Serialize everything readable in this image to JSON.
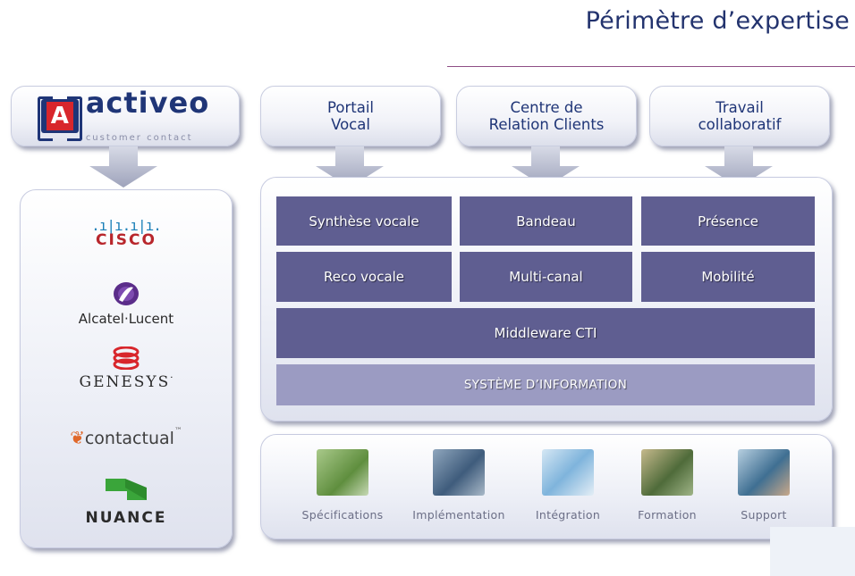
{
  "page": {
    "title": "Périmètre d’expertise"
  },
  "brand": {
    "name": "activeo",
    "mark": "A",
    "tagline": "customer contact"
  },
  "vendors": {
    "cisco": {
      "bars": ".ı|ı.ı|ı.",
      "name": "CISCO"
    },
    "alcatel": {
      "name": "Alcatel·Lucent"
    },
    "genesys": {
      "name": "GENESYS",
      "mark": "·"
    },
    "contactual": {
      "name": "contactual",
      "mark": "™"
    },
    "nuance": {
      "name": "NUANCE"
    }
  },
  "headers": [
    "Portail\nVocal",
    "Centre de\nRelation Clients",
    "Travail\ncollaboratif"
  ],
  "grid": {
    "row1": [
      "Synthèse vocale",
      "Bandeau",
      "Présence"
    ],
    "row2": [
      "Reco vocale",
      "Multi-canal",
      "Mobilité"
    ],
    "middleware": "Middleware CTI",
    "si": "SYSTÈME D’INFORMATION"
  },
  "services": [
    {
      "label": "Spécifications",
      "icon": "specifications-photo",
      "color": "#7fa85a"
    },
    {
      "label": "Implémentation",
      "icon": "implementation-photo",
      "color": "#5a7795"
    },
    {
      "label": "Intégration",
      "icon": "integration-photo",
      "color": "#6fa7cf"
    },
    {
      "label": "Formation",
      "icon": "formation-photo",
      "color": "#6e8a52"
    },
    {
      "label": "Support",
      "icon": "support-photo",
      "color": "#5f8aa8"
    }
  ],
  "colors": {
    "title": "#23336e",
    "block": "#5f5e91",
    "block_light": "#9b9bc2",
    "arrow": "#b9bdd0",
    "accent_red": "#d8262c"
  }
}
